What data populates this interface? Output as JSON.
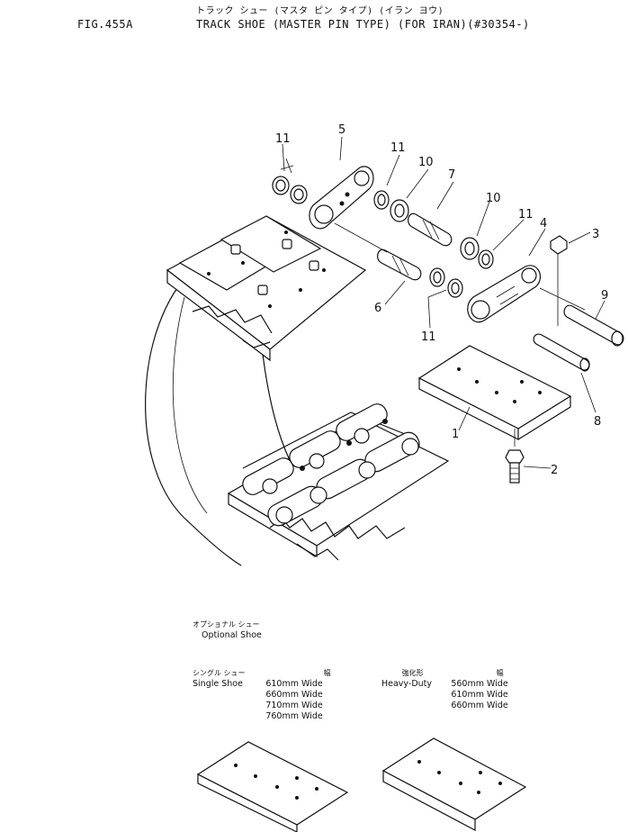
{
  "header": {
    "figure_number": "FIG.455A",
    "japanese_title": "トラック シュー (マスタ ピン タイプ) (イラン ヨウ)",
    "title": "TRACK SHOE (MASTER PIN TYPE) (FOR IRAN)(#30354-)"
  },
  "callouts": [
    "11",
    "5",
    "11",
    "10",
    "7",
    "10",
    "11",
    "4",
    "3",
    "9",
    "6",
    "11",
    "8",
    "1",
    "2"
  ],
  "optional_shoe": {
    "japanese_label": "オプショナル シュー",
    "label": "Optional Shoe"
  },
  "single_shoe": {
    "japanese_label": "シングル シュー",
    "width_header_jp": "幅",
    "label": "Single Shoe",
    "sizes": [
      "610mm",
      "660mm",
      "710mm",
      "760mm"
    ],
    "unit_word": "Wide"
  },
  "heavy_duty": {
    "japanese_label": "強化形",
    "width_header_jp": "幅",
    "label": "Heavy-Duty",
    "sizes": [
      "560mm",
      "610mm",
      "660mm"
    ],
    "unit_word": "Wide"
  }
}
